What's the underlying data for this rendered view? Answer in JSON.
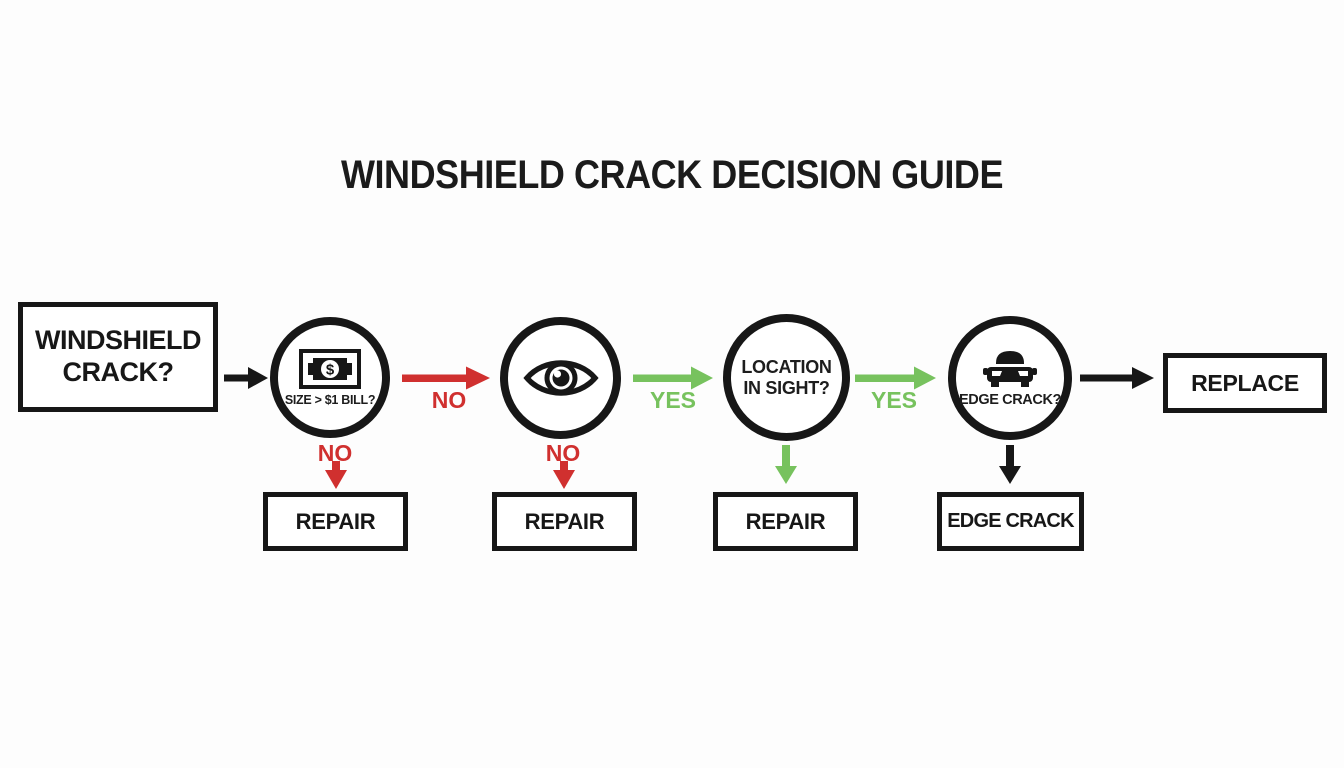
{
  "title": "WINDSHIELD CRACK DECISION GUIDE",
  "colors": {
    "ink": "#171717",
    "red": "#d0302f",
    "green": "#77c25e",
    "background": "#fdfdfd"
  },
  "start_box": {
    "label": "WINDSHIELD\nCRACK?"
  },
  "decision_nodes": [
    {
      "icon": "dollar-bill-icon",
      "label": "SIZE > $1 BILL?"
    },
    {
      "icon": "eye-icon",
      "label": ""
    },
    {
      "icon": "",
      "label": "LOCATION\nIN SIGHT?"
    },
    {
      "icon": "car-icon",
      "label": "EDGE CRACK?"
    }
  ],
  "edge_labels": {
    "no_horizontal": "NO",
    "yes_1": "YES",
    "yes_2": "YES",
    "no_below_1": "NO",
    "no_below_2": "NO"
  },
  "outcome_boxes": [
    {
      "label": "REPAIR"
    },
    {
      "label": "REPAIR"
    },
    {
      "label": "REPAIR"
    },
    {
      "label": "EDGE CRACK"
    },
    {
      "label": "REPLACE"
    }
  ]
}
